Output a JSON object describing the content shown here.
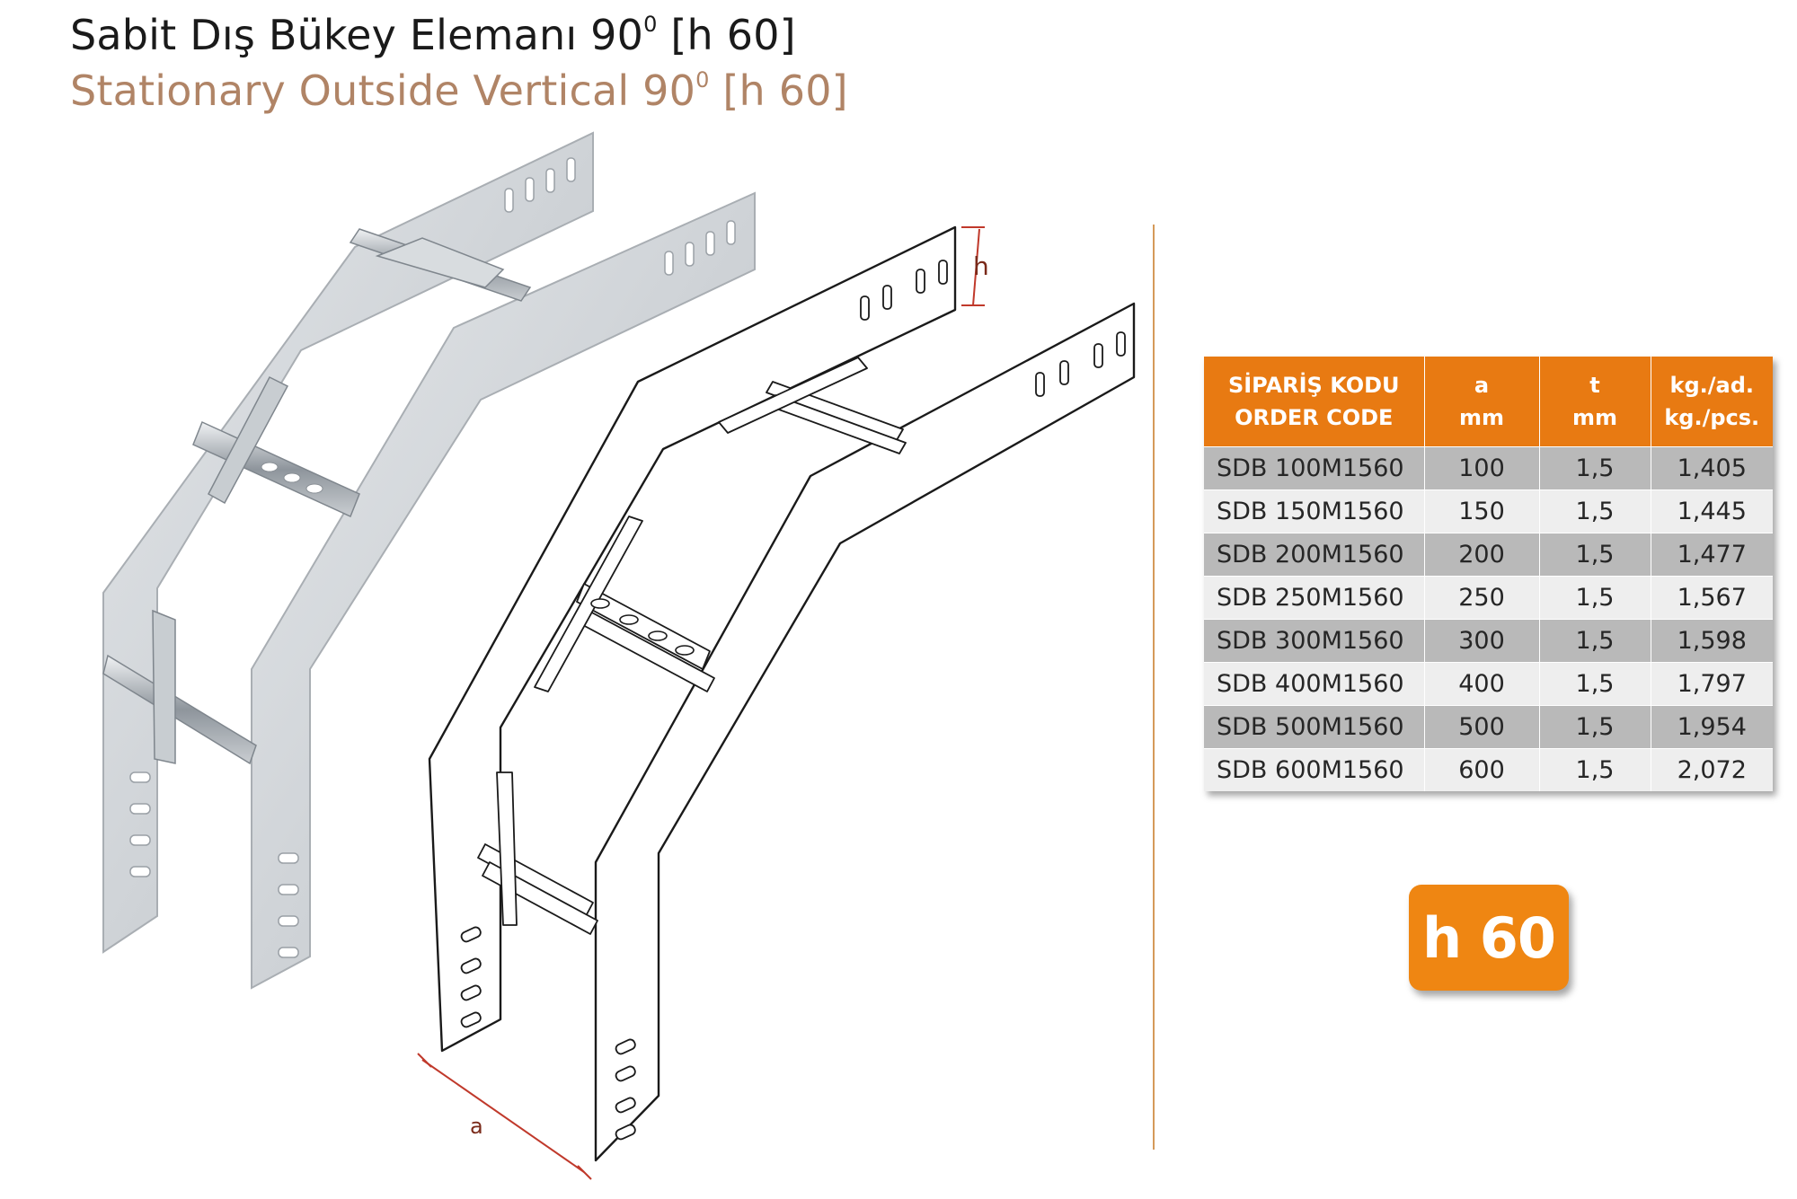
{
  "title": {
    "tr_main": "Sabit Dış Bükey Elemanı 90",
    "tr_sup": "0",
    "tr_suffix": " [h 60]",
    "en_main": "Stationary Outside Vertical 90",
    "en_sup": "0",
    "en_suffix": " [h 60]"
  },
  "drawing": {
    "dim_h": "h",
    "dim_a": "a"
  },
  "table": {
    "headers": [
      {
        "line1": "SİPARİŞ KODU",
        "line2": "ORDER CODE"
      },
      {
        "line1": "a",
        "line2": "mm"
      },
      {
        "line1": "t",
        "line2": "mm"
      },
      {
        "line1": "kg./ad.",
        "line2": "kg./pcs."
      }
    ],
    "rows": [
      [
        "SDB 100M1560",
        "100",
        "1,5",
        "1,405"
      ],
      [
        "SDB 150M1560",
        "150",
        "1,5",
        "1,445"
      ],
      [
        "SDB 200M1560",
        "200",
        "1,5",
        "1,477"
      ],
      [
        "SDB 250M1560",
        "250",
        "1,5",
        "1,567"
      ],
      [
        "SDB 300M1560",
        "300",
        "1,5",
        "1,598"
      ],
      [
        "SDB 400M1560",
        "400",
        "1,5",
        "1,797"
      ],
      [
        "SDB 500M1560",
        "500",
        "1,5",
        "1,954"
      ],
      [
        "SDB 600M1560",
        "600",
        "1,5",
        "2,072"
      ]
    ]
  },
  "badge": "h 60",
  "colors": {
    "accent": "#e87a12",
    "row_dark": "#b9b9b9",
    "row_light": "#eeeeee",
    "subtitle": "#b08466"
  }
}
